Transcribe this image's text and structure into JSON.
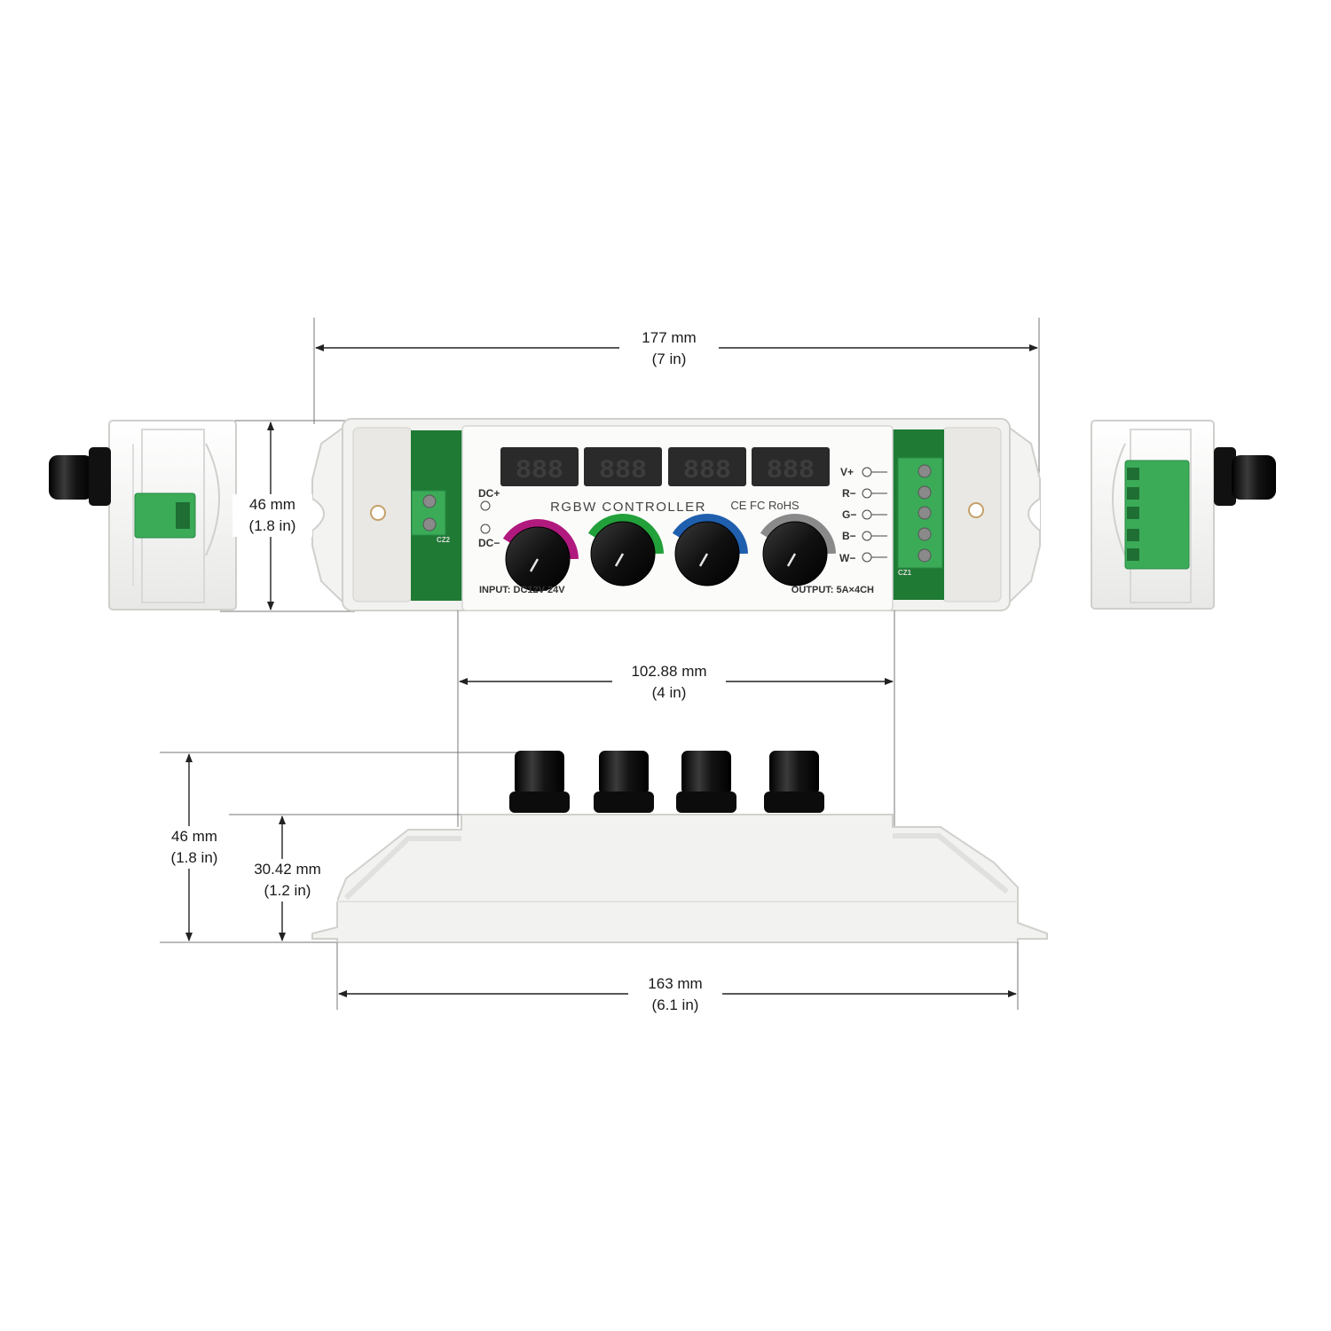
{
  "dimensions": {
    "overall_length": {
      "value": "177 mm",
      "imperial": "(7 in)"
    },
    "body_height": {
      "value": "46 mm",
      "imperial": "(1.8 in)"
    },
    "panel_width": {
      "value": "102.88 mm",
      "imperial": "(4 in)"
    },
    "side_total_height": {
      "value": "46 mm",
      "imperial": "(1.8 in)"
    },
    "side_body_height": {
      "value": "30.42 mm",
      "imperial": "(1.2 in)"
    },
    "base_length": {
      "value": "163 mm",
      "imperial": "(6.1 in)"
    }
  },
  "panel": {
    "title": "RGBW CONTROLLER",
    "certifications": "CE FC RoHS",
    "input_label": "INPUT: DC12V-24V",
    "output_label": "OUTPUT: 5A×4CH",
    "display_digits": [
      "888",
      "888",
      "888",
      "888"
    ],
    "dc_terminals": [
      "DC+",
      "DC−"
    ],
    "dc_connector_code": "CZ2",
    "output_connector_code": "CZ1",
    "output_terminals": [
      "V+",
      "R−",
      "G−",
      "B−",
      "W−"
    ]
  },
  "knob_arc_colors": [
    "#b0197e",
    "#22a03a",
    "#1f5fae",
    "#8a8a8a"
  ],
  "colors": {
    "housing": "#f2f2f0",
    "housing_edge": "#cfcfcc",
    "terminal_green": "#3bab58",
    "pcb_green": "#1f7a34",
    "knob": "#151515",
    "display": "#2a2a2a",
    "dim_line": "#222222"
  }
}
